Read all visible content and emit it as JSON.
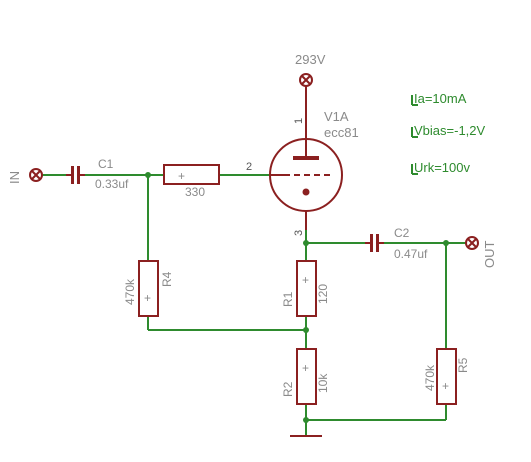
{
  "components": {
    "supply": "293V",
    "v1a": {
      "name": "V1A",
      "type": "ecc81",
      "pin_plate": "1",
      "pin_grid": "2",
      "pin_cathode": "3"
    },
    "c1": {
      "name": "C1",
      "value": "0.33uf"
    },
    "c2": {
      "name": "C2",
      "value": "0.47uf"
    },
    "r_grid": {
      "value": "330",
      "mark": "+"
    },
    "r1": {
      "name": "R1",
      "value": "120",
      "mark": "+"
    },
    "r2": {
      "name": "R2",
      "value": "10k",
      "mark": "+"
    },
    "r4": {
      "name": "R4",
      "value": "470k",
      "mark": "+"
    },
    "r5": {
      "name": "R5",
      "value": "470k",
      "mark": "+"
    }
  },
  "ports": {
    "in": "IN",
    "out": "OUT"
  },
  "annotations": {
    "ia": "Ia=10mA",
    "vbias": "Vbias=-1,2V",
    "urk": "Urk=100v"
  },
  "colors": {
    "wire": "#2e8b2e",
    "component": "#8b2020",
    "label": "#8a8a8a"
  }
}
